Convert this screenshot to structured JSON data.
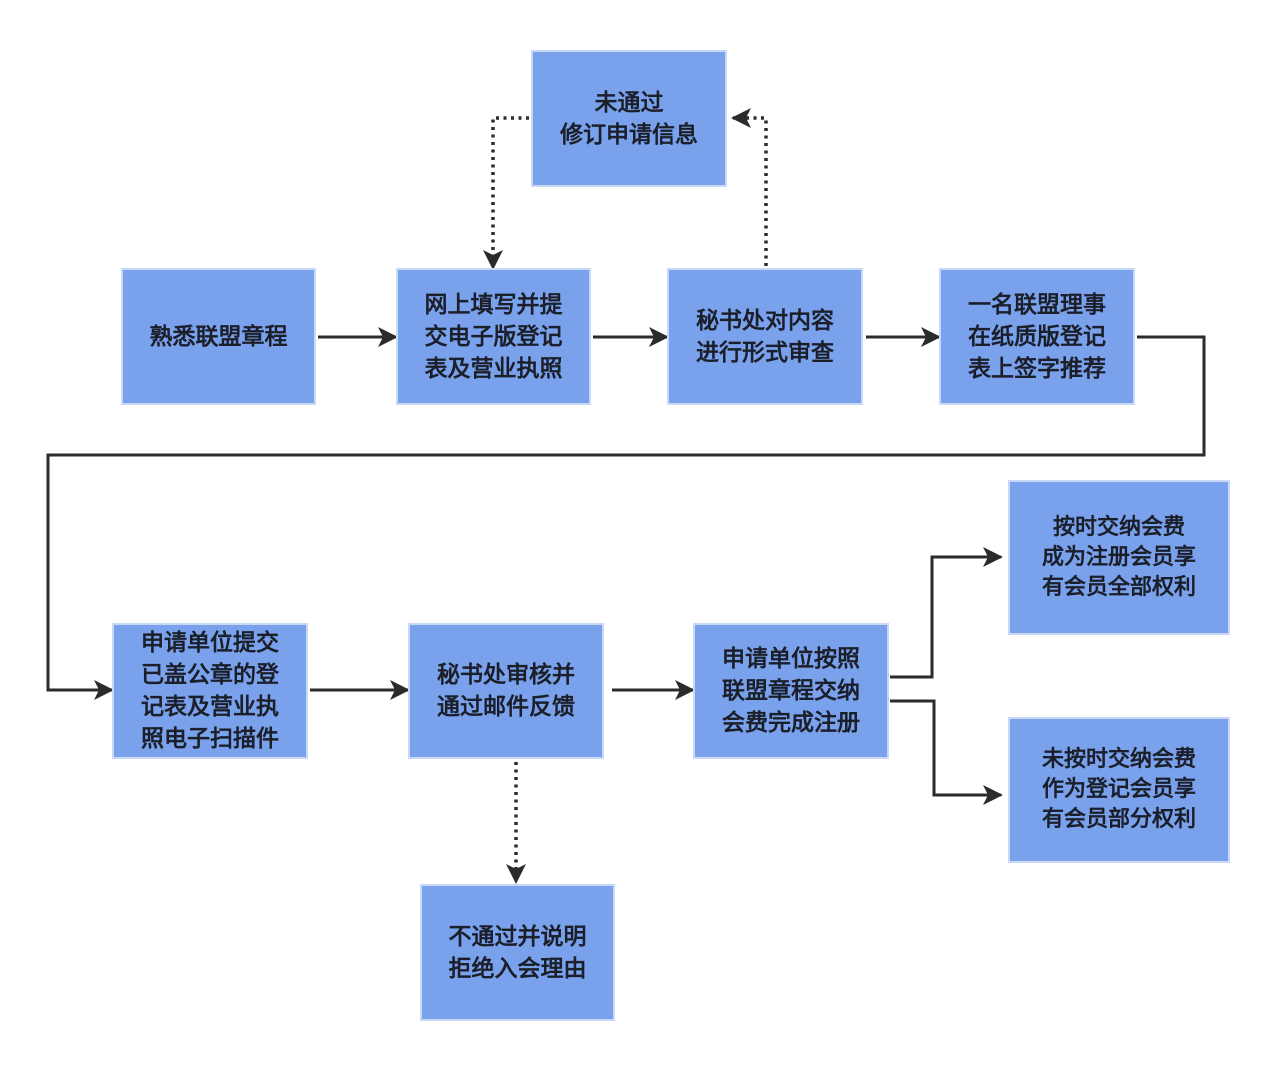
{
  "nodes": {
    "n1": "熟悉联盟章程",
    "n2": "网上填写并提\n交电子版登记\n表及营业执照",
    "n3": "秘书处对内容\n进行形式审查",
    "n4": "一名联盟理事\n在纸质版登记\n表上签字推荐",
    "n5": "未通过\n修订申请信息",
    "n6": "申请单位提交\n已盖公章的登\n记表及营业执\n照电子扫描件",
    "n7": "秘书处审核并\n通过邮件反馈",
    "n8": "申请单位按照\n联盟章程交纳\n会费完成注册",
    "n9": "按时交纳会费\n成为注册会员享\n有会员全部权利",
    "n10": "未按时交纳会费\n作为登记会员享\n有会员部分权利",
    "n11": "不通过并说明\n拒绝入会理由"
  },
  "colors": {
    "node_fill": "#7aa1ec",
    "node_border": "#c9d8f7",
    "connector": "#2b2b2b",
    "text": "#1b1f2a"
  }
}
